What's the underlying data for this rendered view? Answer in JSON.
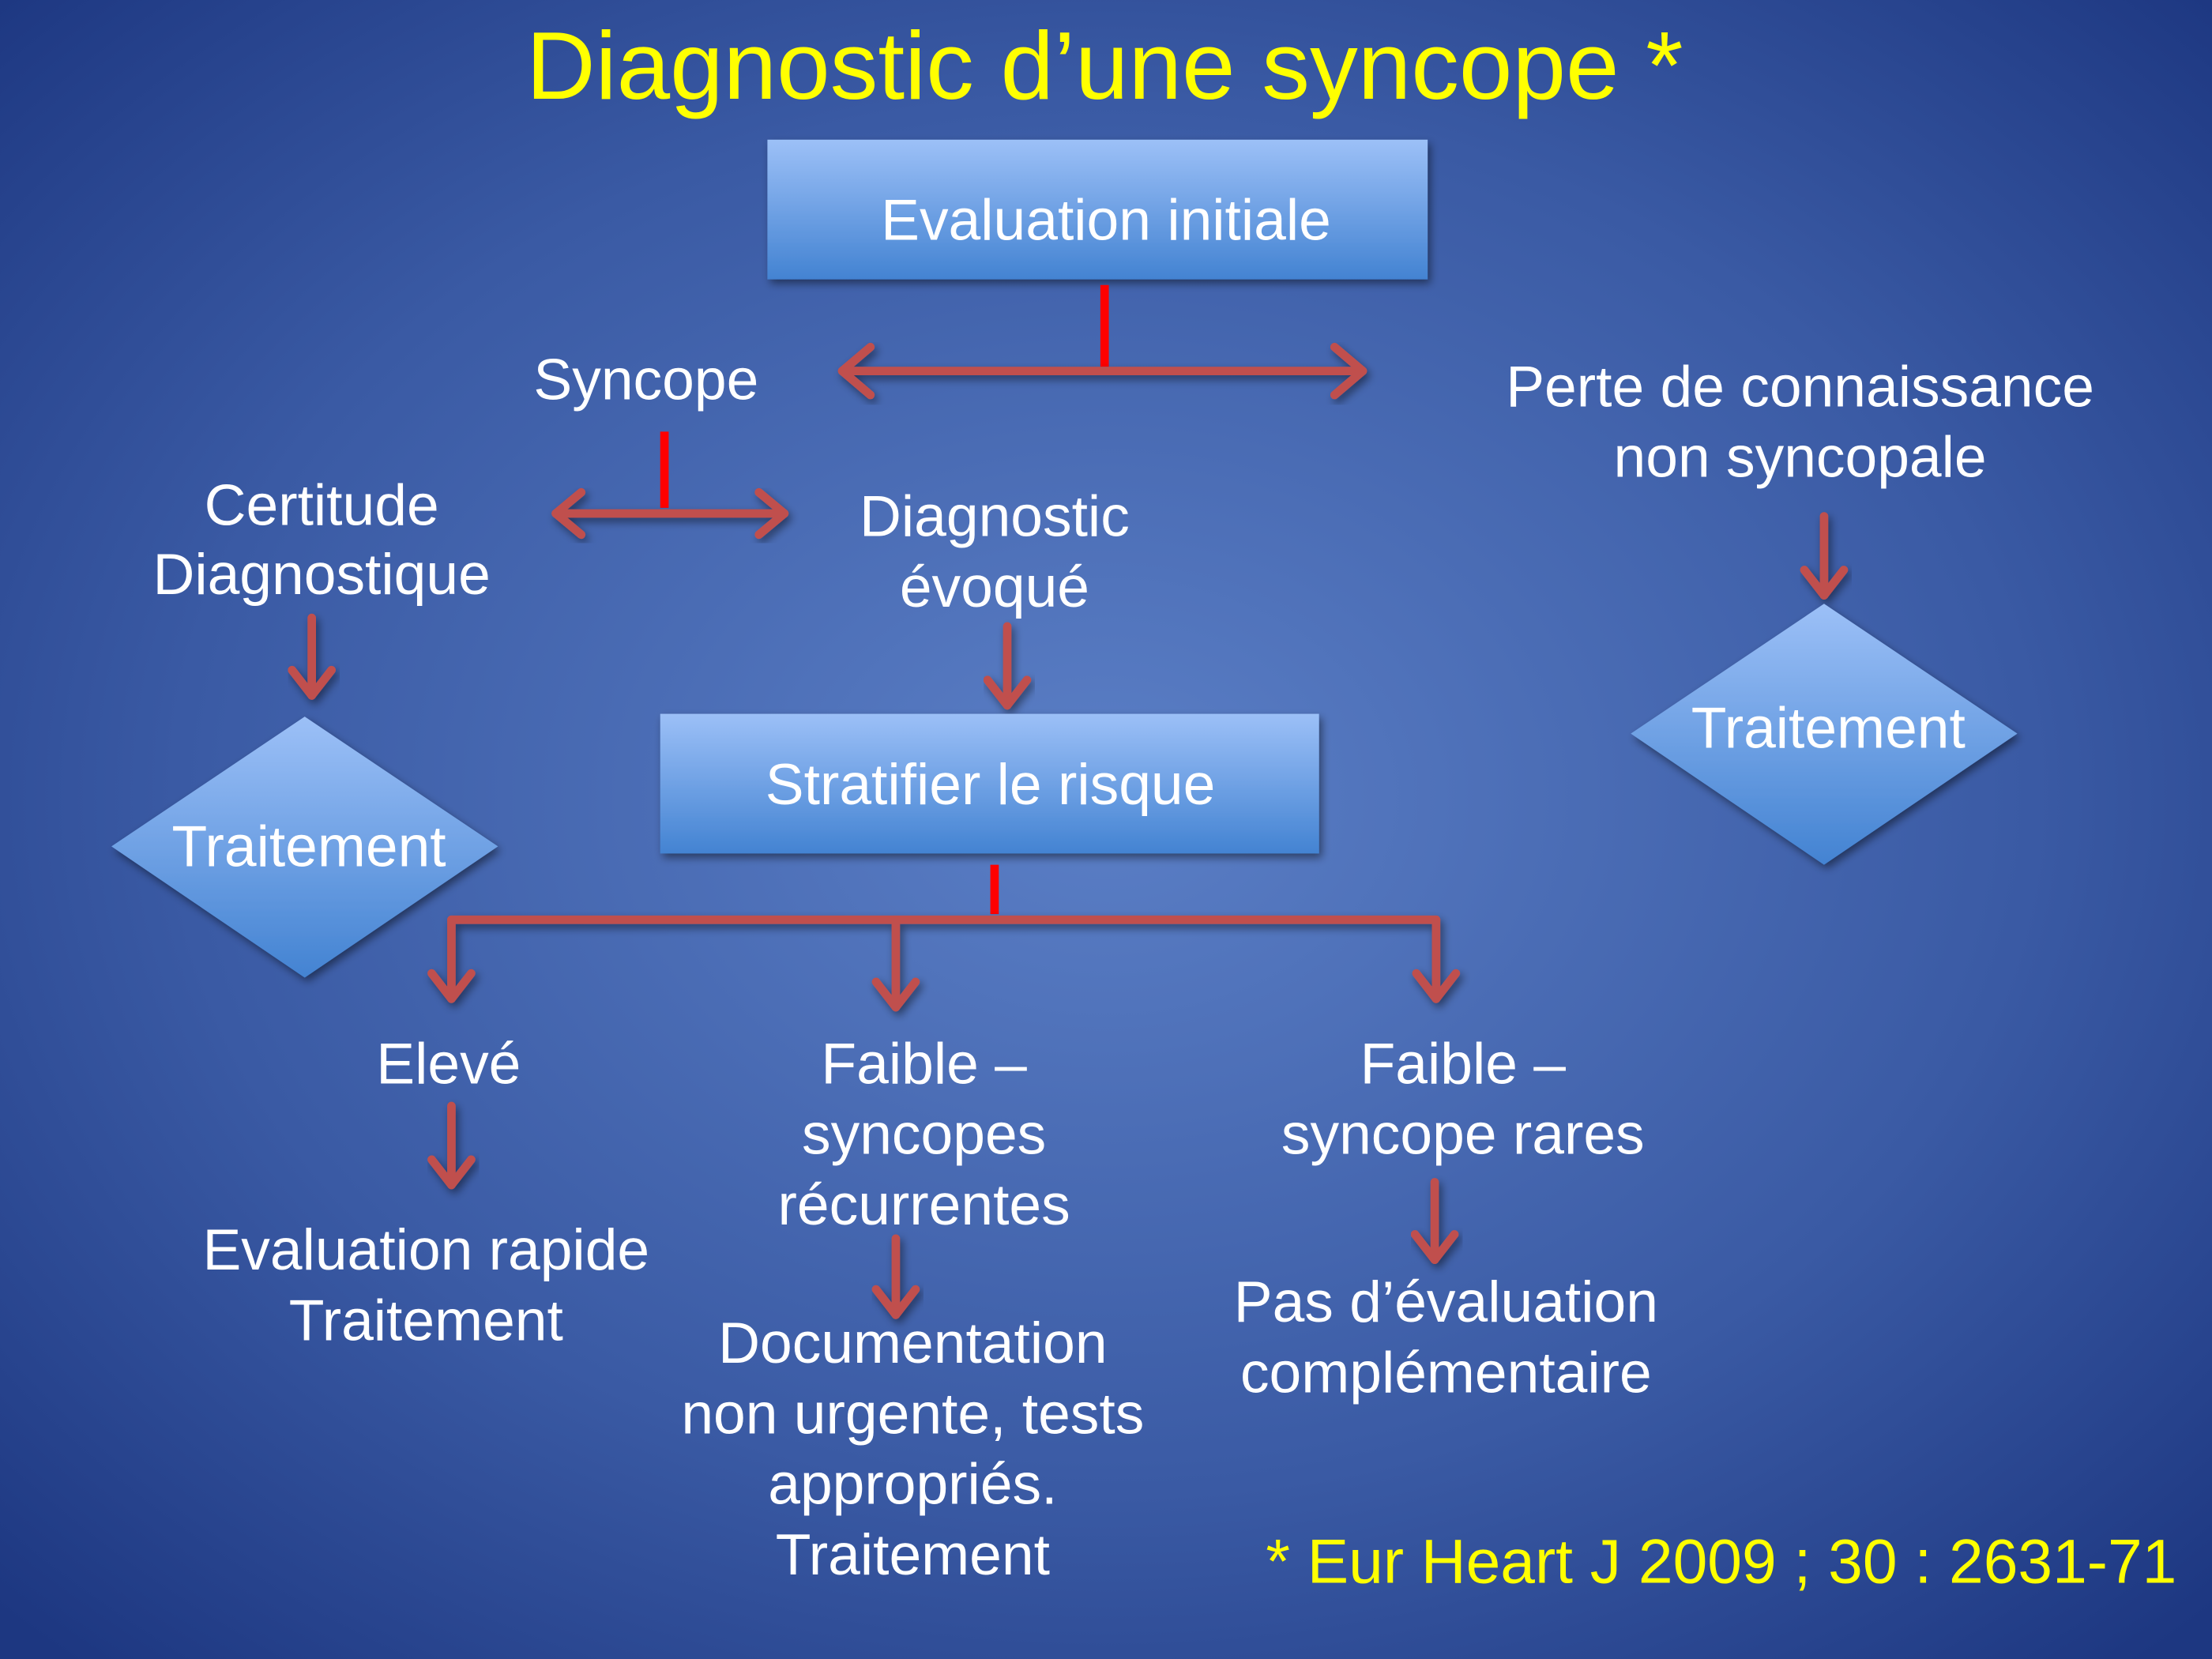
{
  "title": "Diagnostic d’une syncope *",
  "nodes": {
    "evaluation_initiale": "Evaluation initiale",
    "syncope": "Syncope",
    "perte": [
      "Perte de connaissance",
      "non syncopale"
    ],
    "traitement_right": "Traitement",
    "certitude": [
      "Certitude",
      "Diagnostique"
    ],
    "diagnostic_evoque": [
      "Diagnostic",
      "évoqué"
    ],
    "traitement_left": "Traitement",
    "stratifier": "Stratifier le risque",
    "eleve": "Elevé",
    "evaluation_rapide": [
      "Evaluation rapide",
      "Traitement"
    ],
    "faible_recurrentes": [
      "Faible –",
      "syncopes",
      "récurrentes"
    ],
    "documentation": [
      "Documentation",
      "non urgente, tests",
      "appropriés.",
      "Traitement"
    ],
    "faible_rares": [
      "Faible –",
      "syncope rares"
    ],
    "pas_evaluation": [
      "Pas d’évaluation",
      "complémentaire"
    ]
  },
  "reference": "* Eur Heart J  2009 ; 30 : 2631-71",
  "colors": {
    "title": "#ffff00",
    "arrow": "#c0504d",
    "stem": "#ff0000",
    "box_top": "#9cc0f7",
    "box_bottom": "#4383d2"
  }
}
